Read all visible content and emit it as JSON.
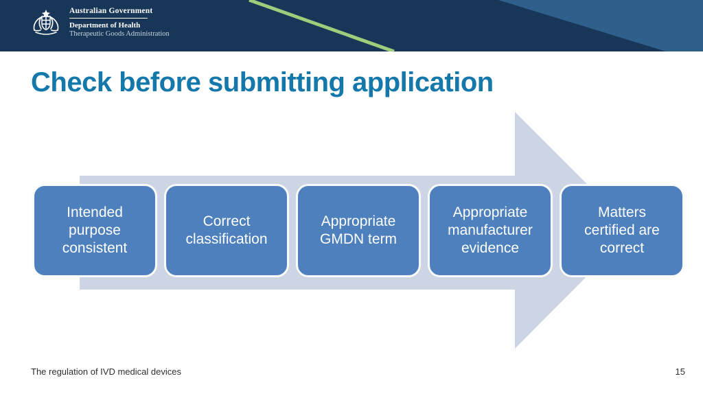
{
  "slide": {
    "header": {
      "agency_line1": "Australian Government",
      "agency_line2": "Department of Health",
      "agency_line3": "Therapeutic Goods Administration",
      "band_color": "#183658",
      "wedge_color": "#2f608c",
      "accent_line_color": "#9ecd7c"
    },
    "title": "Check before submitting application",
    "title_color": "#1478ab",
    "diagram": {
      "type": "process-arrow",
      "arrow_color": "#cdd4e3",
      "step_fill_color": "#4d80bc",
      "steps": [
        "Intended\npurpose\nconsistent",
        "Correct\nclassification",
        "Appropriate\nGMDN term",
        "Appropriate\nmanufacturer\nevidence",
        "Matters\ncertified are\ncorrect"
      ]
    },
    "footer": {
      "caption": "The regulation of IVD medical devices",
      "page_number": "15"
    }
  }
}
